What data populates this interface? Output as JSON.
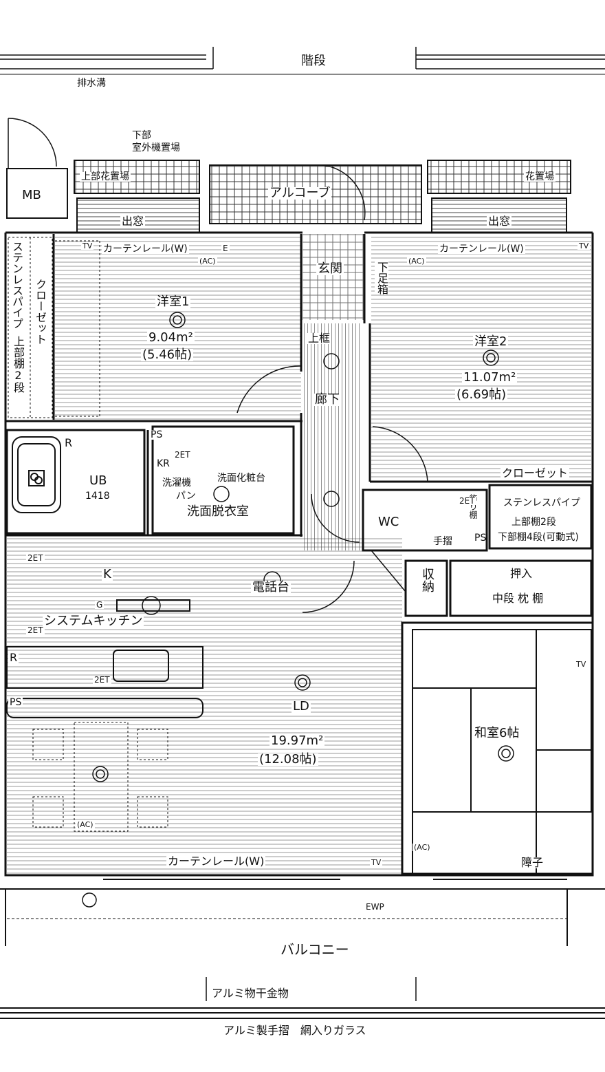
{
  "outside": {
    "stairs": "階段",
    "drain": "排水溝",
    "outdoor_unit": "下部\n室外機置場",
    "mb": "MB",
    "flower_left": "上部花置場",
    "flower_right": "花置場",
    "alcove": "アルコーブ",
    "bay_left": "出窓",
    "bay_right": "出窓"
  },
  "rooms": {
    "western1": {
      "name": "洋室1",
      "area": "9.04m²",
      "tatami": "(5.46帖)"
    },
    "western2": {
      "name": "洋室2",
      "area": "11.07m²",
      "tatami": "(6.69帖)"
    },
    "ld": {
      "name": "LD",
      "area": "19.97m²",
      "tatami": "(12.08帖)"
    },
    "japanese": {
      "name": "和室6帖"
    },
    "kitchen": {
      "name": "K",
      "system": "システムキッチン"
    },
    "entrance": "玄関",
    "shoe_box": "下足箱",
    "step": "上框",
    "hallway": "廊下",
    "ub": "UB",
    "ub_size": "1418",
    "washroom": "洗面脱衣室",
    "vanity": "洗面化粧台",
    "washer": "洗濯機",
    "pan": "パン",
    "wc": "WC",
    "handrail": "手摺",
    "deco_shelf": "飾り棚",
    "phone_stand": "電話台",
    "storage": "収納",
    "oshiire": "押入",
    "oshiire_shelf": "中段 枕 棚"
  },
  "closets": {
    "c1_title": "クローゼット",
    "c1_pipe": "ステンレスパイプ",
    "c1_shelf": "上部棚2段",
    "c2_title": "クローゼット",
    "c2_pipe": "ステンレスパイプ",
    "c2_shelf_top": "上部棚2段",
    "c2_shelf_bottom": "下部棚4段(可動式)"
  },
  "fixtures": {
    "curtain_w1": "カーテンレール(W)",
    "curtain_w2": "カーテンレール(W)",
    "curtain_ld": "カーテンレール(W)",
    "shoji": "障子",
    "balcony": "バルコニー",
    "laundry_hanger": "アルミ物干金物",
    "railing": "アルミ製手摺　網入りガラス",
    "ps1": "PS",
    "ps2": "PS",
    "ps3": "PS",
    "kr": "KR",
    "r1": "R",
    "r2": "R"
  },
  "symbols": {
    "tv": "TV",
    "e": "E",
    "ac": "(AC)",
    "two": "2",
    "twoet": "2ET",
    "ewp": "EWP",
    "g": "G"
  }
}
